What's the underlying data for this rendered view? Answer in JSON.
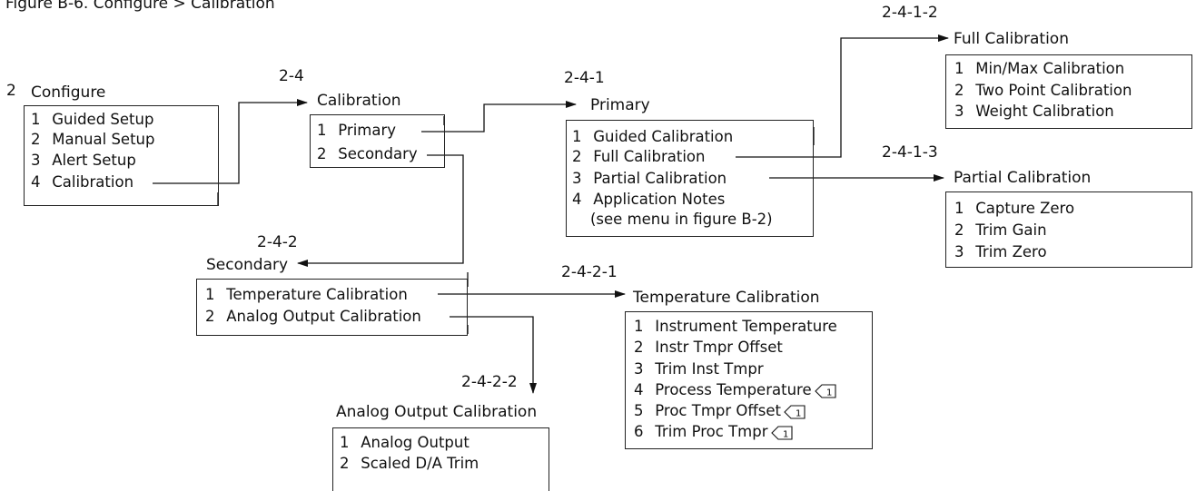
{
  "figure_title": "Figure B-6. Configure > Calibration",
  "menus": {
    "configure": {
      "number": "2",
      "title": "Configure",
      "items": [
        {
          "n": "1",
          "label": "Guided Setup"
        },
        {
          "n": "2",
          "label": "Manual Setup"
        },
        {
          "n": "3",
          "label": "Alert Setup"
        },
        {
          "n": "4",
          "label": "Calibration"
        }
      ]
    },
    "calibration": {
      "number": "2-4",
      "title": "Calibration",
      "items": [
        {
          "n": "1",
          "label": "Primary"
        },
        {
          "n": "2",
          "label": "Secondary"
        }
      ]
    },
    "primary": {
      "number": "2-4-1",
      "title": "Primary",
      "items": [
        {
          "n": "1",
          "label": "Guided Calibration"
        },
        {
          "n": "2",
          "label": "Full Calibration"
        },
        {
          "n": "3",
          "label": "Partial Calibration"
        },
        {
          "n": "4",
          "label": "Application Notes"
        }
      ],
      "footnote": "(see menu in figure B-2)"
    },
    "full_calibration": {
      "number": "2-4-1-2",
      "title": "Full Calibration",
      "items": [
        {
          "n": "1",
          "label": "Min/Max Calibration"
        },
        {
          "n": "2",
          "label": "Two Point Calibration"
        },
        {
          "n": "3",
          "label": "Weight Calibration"
        }
      ]
    },
    "partial_calibration": {
      "number": "2-4-1-3",
      "title": "Partial Calibration",
      "items": [
        {
          "n": "1",
          "label": "Capture Zero"
        },
        {
          "n": "2",
          "label": "Trim Gain"
        },
        {
          "n": "3",
          "label": "Trim Zero"
        }
      ]
    },
    "secondary": {
      "number": "2-4-2",
      "title": "Secondary",
      "items": [
        {
          "n": "1",
          "label": "Temperature Calibration"
        },
        {
          "n": "2",
          "label": "Analog Output Calibration"
        }
      ]
    },
    "temperature_calibration": {
      "number": "2-4-2-1",
      "title": "Temperature Calibration",
      "items": [
        {
          "n": "1",
          "label": "Instrument Temperature"
        },
        {
          "n": "2",
          "label": "Instr Tmpr Offset"
        },
        {
          "n": "3",
          "label": "Trim Inst Tmpr"
        },
        {
          "n": "4",
          "label": "Process Temperature"
        },
        {
          "n": "5",
          "label": "Proc Tmpr Offset"
        },
        {
          "n": "6",
          "label": "Trim Proc Tmpr"
        }
      ],
      "note_symbol": "1"
    },
    "analog_output_calibration": {
      "number": "2-4-2-2",
      "title": "Analog Output Calibration",
      "items": [
        {
          "n": "1",
          "label": "Analog Output"
        },
        {
          "n": "2",
          "label": "Scaled D/A Trim"
        }
      ]
    }
  }
}
